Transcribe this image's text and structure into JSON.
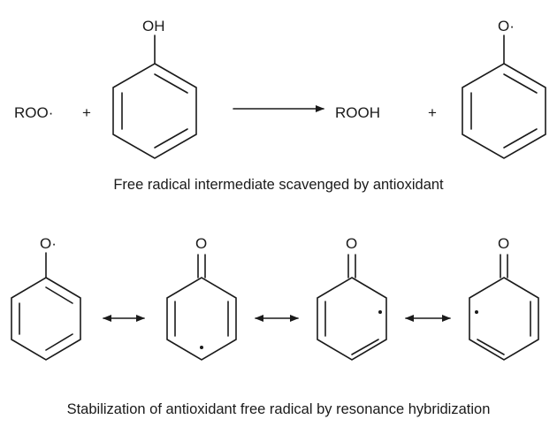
{
  "reaction": {
    "reactant_radical": "ROO·",
    "plus_1": "+",
    "reactant_phenol_substituent": "OH",
    "product_hydroperoxide": "ROOH",
    "plus_2": "+",
    "product_phenoxyl_substituent": "O·",
    "caption": "Free radical intermediate scavenged by antioxidant"
  },
  "resonance": {
    "structures": [
      {
        "substituent": "O·"
      },
      {
        "substituent": "O"
      },
      {
        "substituent": "O"
      },
      {
        "substituent": "O"
      }
    ],
    "caption": "Stabilization of antioxidant free radical by resonance hybridization"
  }
}
